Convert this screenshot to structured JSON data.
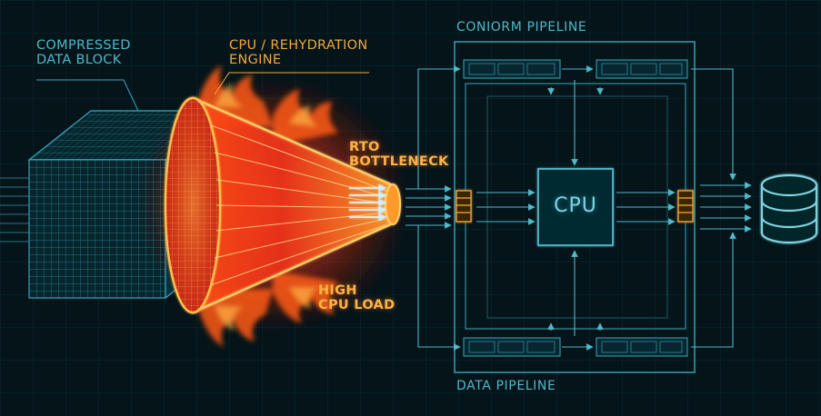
{
  "labels": {
    "compressed_block": [
      "COMPRESSED",
      "DATA BLOCK"
    ],
    "engine": [
      "CPU / REHYDRATION",
      "ENGINE"
    ],
    "bottleneck": [
      "RTO",
      "BOTTLENECK"
    ],
    "cpu_load": [
      "HIGH",
      "CPU LOAD"
    ],
    "cpu_box": "CPU",
    "top_pipeline": "CONIORM PIPELINE",
    "bottom_pipeline": "DATA PIPELINE"
  },
  "colors": {
    "background": "#041419",
    "grid_line": "#0d2a31",
    "cyan": "#3aa9bd",
    "cyan_bright": "#7fd4e2",
    "amber": "#f0a840",
    "fire_red": "#e0321a",
    "fire_orange": "#ff7a1a"
  },
  "icons": {
    "storage": "database-cylinder-icon",
    "buffer": "buffer-register-icon"
  }
}
